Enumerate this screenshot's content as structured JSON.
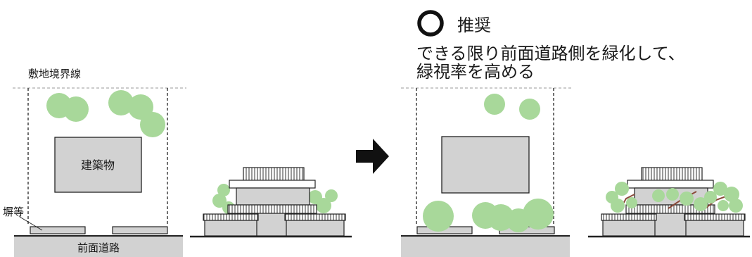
{
  "left_plan": {
    "boundary_label": "敷地境界線",
    "building_label": "建築物",
    "fence_label": "塀等",
    "road_label": "前面道路"
  },
  "recommended": {
    "mark": "○",
    "title": "推奨",
    "description_line1": "できる限り前面道路側を緑化して、",
    "description_line2": "緑視率を高める"
  },
  "colors": {
    "tree_fill": "#a8d89a",
    "building_fill": "#d2d2d2",
    "road_fill": "#d2d2d2",
    "arrow": "#111111",
    "trunk": "#8a4a3a"
  }
}
